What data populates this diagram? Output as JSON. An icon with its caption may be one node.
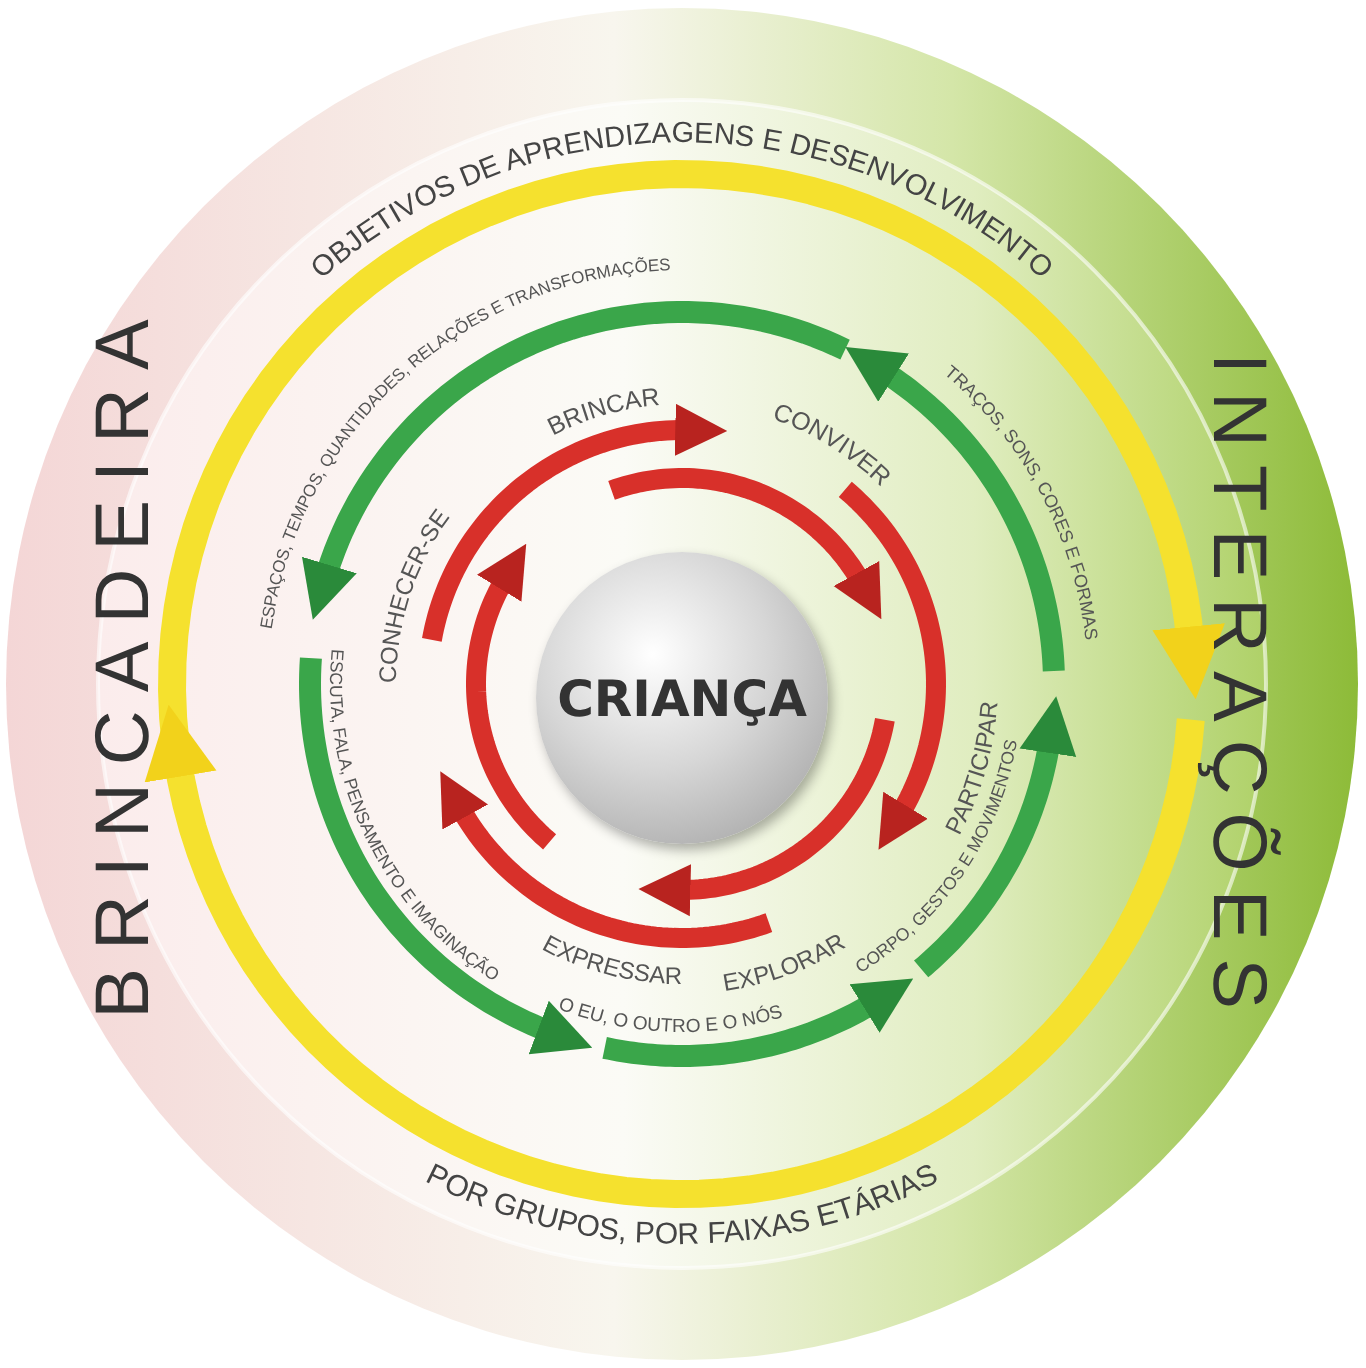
{
  "diagram": {
    "nodes": [
      {
        "text": [
          "CRIANÇA"
        ]
      }
    ],
    "labels": [
      "OBJETIVOS DE APRENDIZAGENS E DESENVOLVIMENTO",
      "BRINCADEIRA",
      "INTERAÇÕES",
      "ESPAÇOS, TEMPOS, QUANTIDADES, RELAÇÕES E TRANSFORMAÇÕES",
      "TRAÇOS, SONS, CORES E FORMAS",
      "BRINCAR",
      "CONVIVER",
      "CONHECER-SE",
      "PARTICIPAR",
      "ESCUTA, FALA, PENSAMENTO E IMAGINAÇÃO",
      "CORPO, GESTOS E MOVIMENTOS",
      "EXPRESSAR",
      "EXPLORAR",
      "O EU, O OUTRO E O NÓS",
      "POR GRUPOS, POR FAIXAS ETÁRIAS"
    ]
  }
}
